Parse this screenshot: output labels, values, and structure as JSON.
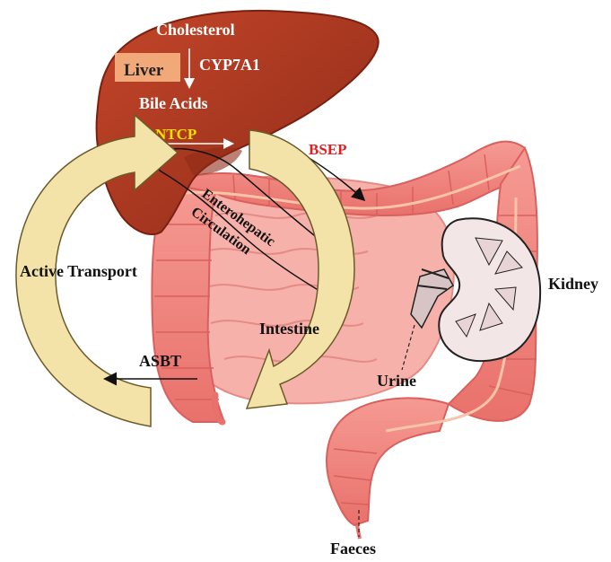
{
  "labels": {
    "cholesterol": "Cholesterol",
    "liver": "Liver",
    "cyp7a1": "CYP7A1",
    "bile_acids": "Bile Acids",
    "ntcp": "NTCP",
    "bsep": "BSEP",
    "enterohepatic_line1": "Enterohepatic",
    "enterohepatic_line2": "Circulation",
    "active_transport": "Active Transport",
    "intestine": "Intestine",
    "asbt": "ASBT",
    "kidney": "Kidney",
    "urine": "Urine",
    "faeces": "Faeces"
  },
  "colors": {
    "liver": "#b03a22",
    "liver_label_box": "#f2a97a",
    "intestine": "#f08a84",
    "intestine_dark": "#d9605c",
    "cycle_arrow": "#f3e3a8",
    "ntcp_text": "#f5e000",
    "bsep_text": "#e02020",
    "text": "#111111",
    "on_liver_text": "#ffffff"
  }
}
